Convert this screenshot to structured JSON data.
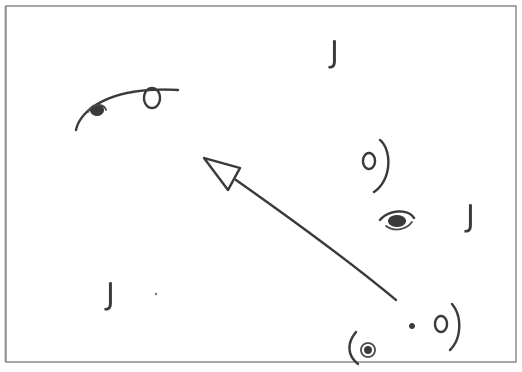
{
  "sketch": {
    "labels": {
      "j_top": "J",
      "j_right": "J",
      "j_left": "J"
    },
    "colors": {
      "ink": "#3a3a3a",
      "paper": "#ffffff",
      "edge_rainbow": [
        "#f4d25a",
        "#f08fb0",
        "#7fc6f0",
        "#a3e07a",
        "#c49af0"
      ]
    },
    "glyphs": [
      "eye-with-dot-group-upper-left",
      "circle-with-arc-upper-middle",
      "eye-scribble-center-right",
      "circle-dot-group-bottom",
      "long-arrow-pointing-upper-left"
    ]
  }
}
